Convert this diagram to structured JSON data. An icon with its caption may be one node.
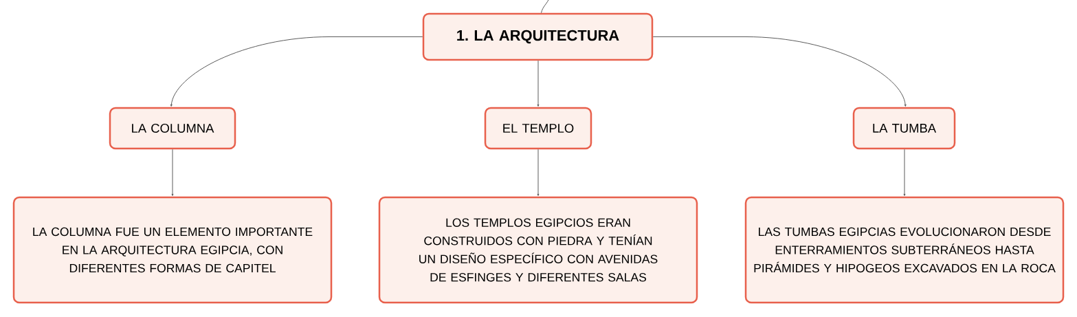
{
  "diagram": {
    "nodes": [
      {
        "text": [
          "1. LA ARQUITECTURA"
        ]
      },
      {
        "text": [
          "LA COLUMNA"
        ]
      },
      {
        "text": [
          "EL TEMPLO"
        ]
      },
      {
        "text": [
          "LA TUMBA"
        ]
      },
      {
        "text": [
          "LA COLUMNA FUE UN ELEMENTO IMPORTANTE EN LA ARQUITECTURA EGIPCIA, CON DIFERENTES FORMAS DE CAPITEL"
        ]
      },
      {
        "text": [
          "LOS TEMPLOS EGIPCIOS ERAN CONSTRUIDOS CON PIEDRA Y TENÍAN UN DISEÑO ESPECÍFICO CON AVENIDAS DE ESFINGES Y DIFERENTES SALAS"
        ]
      },
      {
        "text": [
          "LAS TUMBAS EGIPCIAS EVOLUCIONARON DESDE ENTERRAMIENTOS SUBTERRÁNEOS HASTA PIRÁMIDES Y HIPOGEOS EXCAVADOS EN LA ROCA"
        ]
      }
    ],
    "edges": [
      {
        "from": null,
        "to": 0,
        "arrow": "none"
      },
      {
        "from": 0,
        "to": 1,
        "arrow": "to"
      },
      {
        "from": 0,
        "to": 2,
        "arrow": "to"
      },
      {
        "from": 0,
        "to": 3,
        "arrow": "to"
      },
      {
        "from": 1,
        "to": 4,
        "arrow": "to"
      },
      {
        "from": 2,
        "to": 5,
        "arrow": "to"
      },
      {
        "from": 3,
        "to": 6,
        "arrow": "to"
      }
    ]
  }
}
